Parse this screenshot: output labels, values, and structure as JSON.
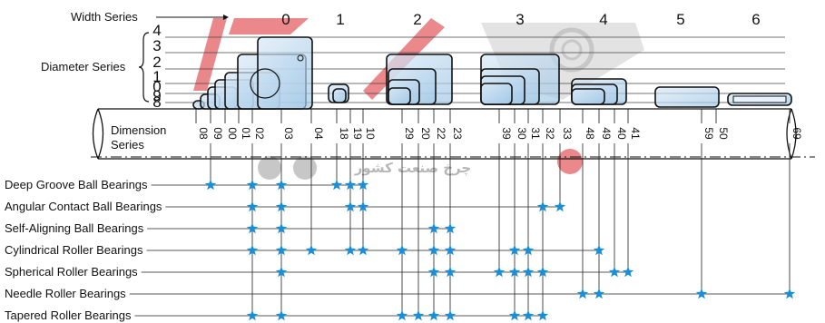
{
  "headings": {
    "width_series": "Width Series",
    "diameter_series": "Diameter Series",
    "dimension_series_line1": "Dimension",
    "dimension_series_line2": "Series"
  },
  "width_labels": [
    "0",
    "1",
    "2",
    "3",
    "4",
    "5",
    "6"
  ],
  "diameter_labels": [
    "4",
    "3",
    "2",
    "1",
    "0",
    "9",
    "8"
  ],
  "dimension_codes": [
    "08",
    "09",
    "00",
    "01",
    "02",
    "03",
    "04",
    "18",
    "19",
    "10",
    "29",
    "20",
    "22",
    "23",
    "39",
    "30",
    "31",
    "32",
    "33",
    "48",
    "49",
    "40",
    "41",
    "59",
    "50",
    "69"
  ],
  "bearing_types": [
    {
      "name": "Deep Groove Ball Bearings",
      "series": [
        "09",
        "02",
        "03",
        "18",
        "19",
        "10"
      ]
    },
    {
      "name": "Angular Contact Ball Bearings",
      "series": [
        "02",
        "03",
        "19",
        "10",
        "32",
        "33"
      ]
    },
    {
      "name": "Self-Aligning Ball Bearings",
      "series": [
        "02",
        "03",
        "22",
        "23"
      ]
    },
    {
      "name": "Cylindrical Roller Bearings",
      "series": [
        "02",
        "03",
        "04",
        "19",
        "10",
        "29",
        "22",
        "23",
        "30",
        "31",
        "49"
      ]
    },
    {
      "name": "Spherical Roller Bearings",
      "series": [
        "03",
        "22",
        "23",
        "39",
        "30",
        "31",
        "32",
        "40",
        "41"
      ]
    },
    {
      "name": "Needle Roller Bearings",
      "series": [
        "48",
        "49",
        "59",
        "69"
      ]
    },
    {
      "name": "Tapered Roller Bearings",
      "series": [
        "02",
        "03",
        "29",
        "20",
        "22",
        "23",
        "30",
        "31",
        "32"
      ]
    }
  ],
  "watermark": {
    "text": "چرخ صنعت کشور",
    "color_brand": "#d9262c",
    "color_gray": "#9a9a9a"
  },
  "colors": {
    "box_fill": "#c3dbef",
    "box_stroke": "#111111",
    "star": "#1a8fd8",
    "line": "#222222"
  }
}
